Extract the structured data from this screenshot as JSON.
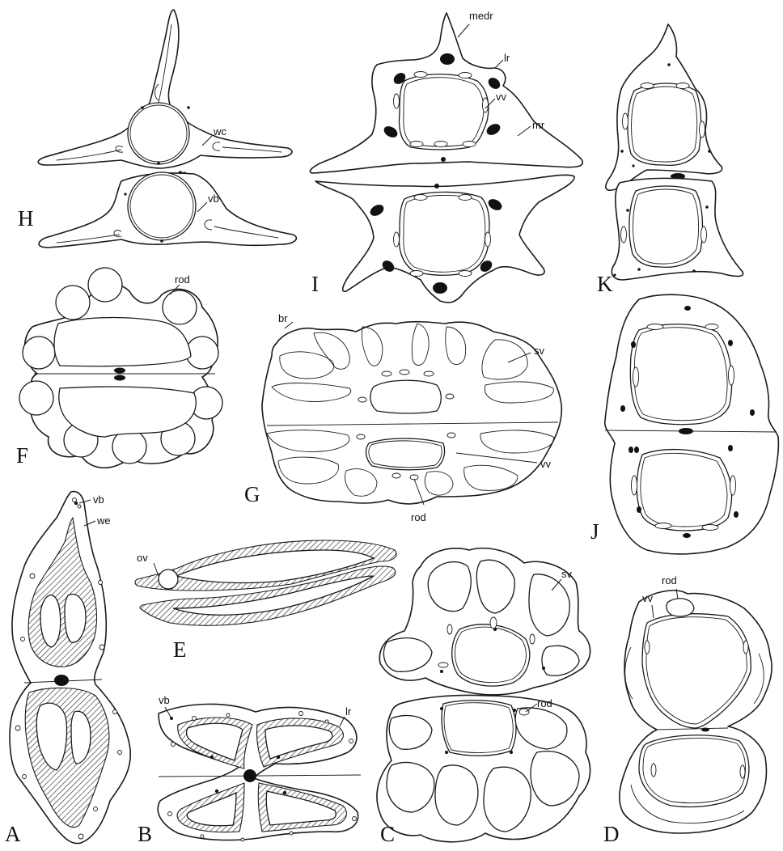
{
  "panels": {
    "A": {
      "letter": "A",
      "labels": {
        "vb": "vb",
        "we": "we"
      }
    },
    "B": {
      "letter": "B",
      "labels": {
        "vb": "vb",
        "lr": "lr"
      }
    },
    "C": {
      "letter": "C",
      "labels": {
        "sv": "sv",
        "rod": "rod"
      }
    },
    "D": {
      "letter": "D",
      "labels": {
        "rod": "rod",
        "vv": "vv"
      }
    },
    "E": {
      "letter": "E",
      "labels": {
        "ov": "ov"
      }
    },
    "F": {
      "letter": "F",
      "labels": {
        "rod": "rod"
      }
    },
    "G": {
      "letter": "G",
      "labels": {
        "br": "br",
        "sv": "sv",
        "vv": "vv",
        "rod": "rod"
      }
    },
    "H": {
      "letter": "H",
      "labels": {
        "wc": "wc",
        "vb": "vb"
      }
    },
    "I": {
      "letter": "I",
      "labels": {
        "medr": "medr",
        "lr": "lr",
        "vv": "vv",
        "mr": "mr"
      }
    },
    "J": {
      "letter": "J",
      "labels": {}
    },
    "K": {
      "letter": "K",
      "labels": {}
    }
  }
}
